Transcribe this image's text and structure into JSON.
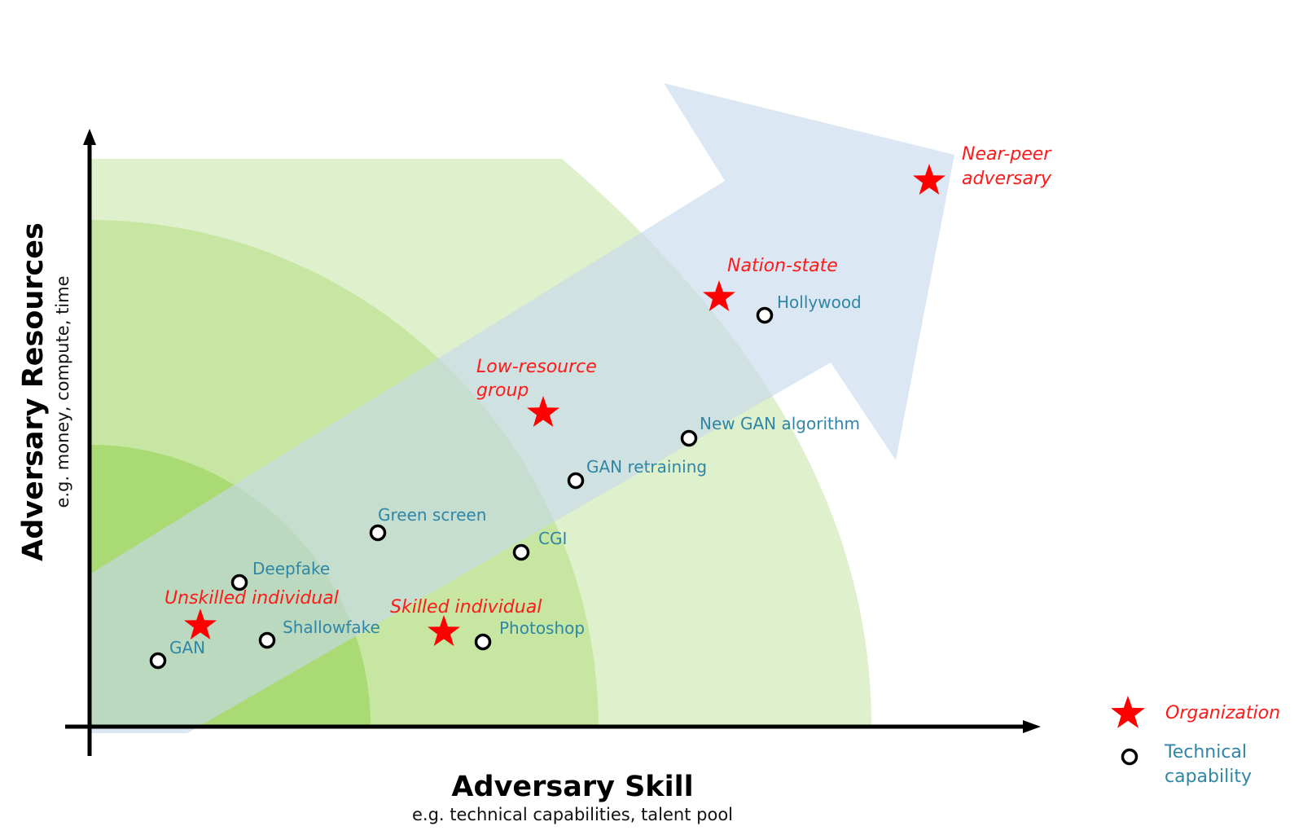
{
  "axes": {
    "x_title": "Adversary Skill",
    "x_subtitle": "e.g. technical capabilities, talent pool",
    "y_title": "Adversary Resources",
    "y_subtitle": "e.g. money, compute, time"
  },
  "organizations": [
    {
      "id": "unskilled",
      "lines": [
        "Unskilled individual"
      ]
    },
    {
      "id": "skilled",
      "lines": [
        "Skilled individual"
      ]
    },
    {
      "id": "lowres",
      "lines": [
        "Low-resource",
        "group"
      ]
    },
    {
      "id": "nation",
      "lines": [
        "Nation-state"
      ]
    },
    {
      "id": "nearpeer",
      "lines": [
        "Near-peer",
        "adversary"
      ]
    }
  ],
  "capabilities": [
    {
      "id": "gan",
      "label": "GAN"
    },
    {
      "id": "shallowfake",
      "label": "Shallowfake"
    },
    {
      "id": "deepfake",
      "label": "Deepfake"
    },
    {
      "id": "greenscreen",
      "label": "Green screen"
    },
    {
      "id": "cgi",
      "label": "CGI"
    },
    {
      "id": "photoshop",
      "label": "Photoshop"
    },
    {
      "id": "ganretraining",
      "label": "GAN retraining"
    },
    {
      "id": "newgan",
      "label": "New GAN algorithm"
    },
    {
      "id": "hollywood",
      "label": "Hollywood"
    }
  ],
  "legend": {
    "organization": "Organization",
    "technical_line1": "Technical",
    "technical_line2": "capability"
  },
  "colors": {
    "organization": "#ff1a1a",
    "capability": "#2f86a6",
    "zone_outer": "#dff0cc",
    "zone_middle": "#c6e6a2",
    "zone_inner": "#a9da73",
    "arrow": "#c5d8ec"
  }
}
